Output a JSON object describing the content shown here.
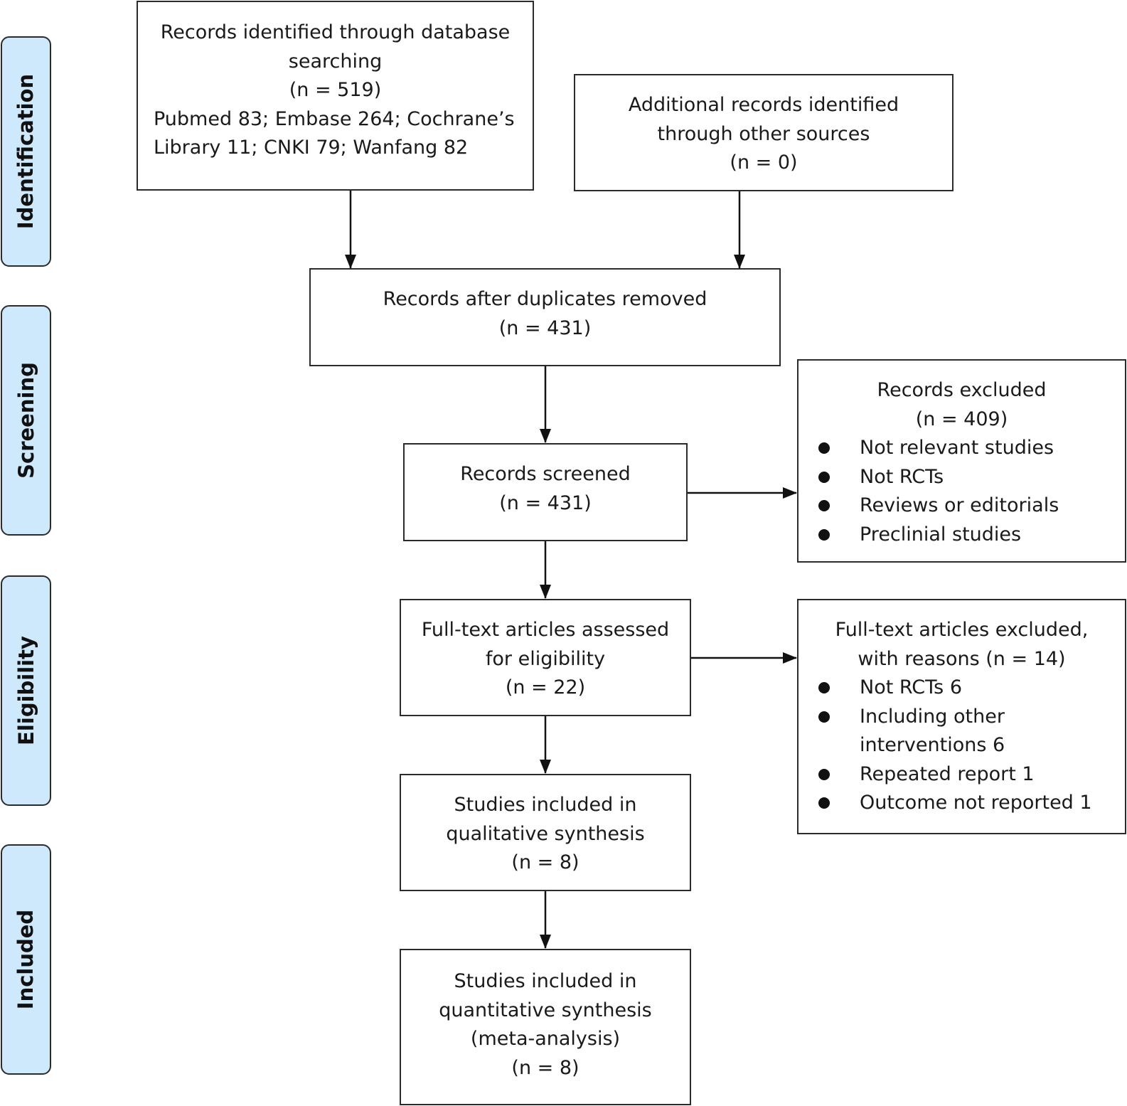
{
  "colors": {
    "stage_fill": "#cde9fb",
    "border": "#2b2b2b",
    "text": "#1a1a1a",
    "arrow": "#111111"
  },
  "stages": {
    "identification": "Identification",
    "screening": "Screening",
    "eligibility": "Eligibility",
    "included": "Included"
  },
  "boxes": {
    "database_search": {
      "lines": [
        "Records identified through database",
        "searching",
        "(n = 519)"
      ],
      "sources_lines": [
        "Pubmed 83; Embase 264; Cochrane’s",
        "Library 11; CNKI 79; Wanfang 82"
      ]
    },
    "other_sources": {
      "lines": [
        "Additional records identified",
        "through other sources",
        "(n = 0)"
      ]
    },
    "duplicates_removed": {
      "lines": [
        "Records after duplicates removed",
        "(n = 431)"
      ]
    },
    "records_screened": {
      "lines": [
        "Records screened",
        "(n = 431)"
      ]
    },
    "records_excluded": {
      "lines": [
        "Records excluded",
        "(n = 409)"
      ],
      "bullets": [
        "Not relevant studies",
        "Not RCTs",
        "Reviews or editorials",
        "Preclinial studies"
      ]
    },
    "fulltext_assessed": {
      "lines": [
        "Full-text articles assessed",
        "for eligibility",
        "(n = 22)"
      ]
    },
    "fulltext_excluded": {
      "lines": [
        "Full-text articles excluded,",
        "with reasons (n = 14)"
      ],
      "bullets": [
        "Not RCTs 6",
        "Including other",
        "interventions 6",
        "Repeated report 1",
        "Outcome not reported 1"
      ]
    },
    "qualitative": {
      "lines": [
        "Studies included in",
        "qualitative synthesis",
        "(n = 8)"
      ]
    },
    "quantitative": {
      "lines": [
        "Studies included in",
        "quantitative synthesis",
        "(meta-analysis)",
        "(n = 8)"
      ]
    }
  }
}
